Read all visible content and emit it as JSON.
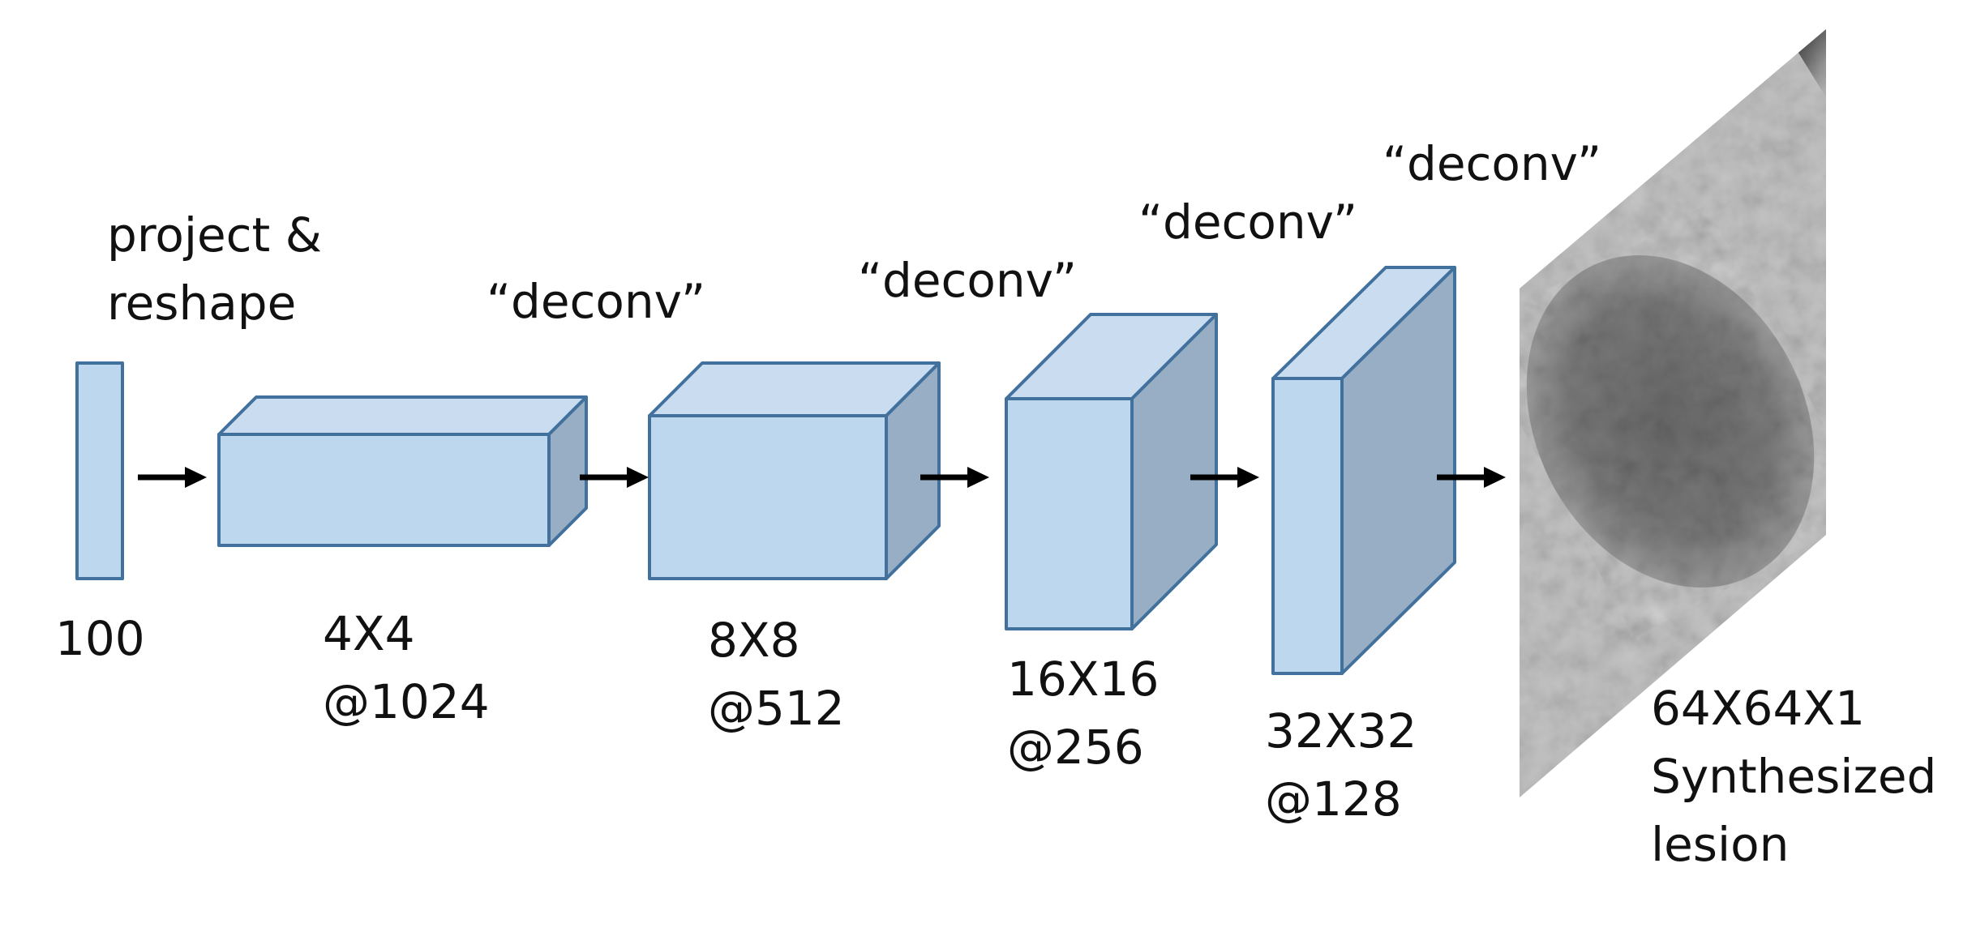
{
  "colors": {
    "block_front": "#bdd7ee",
    "block_top": "#c9dcf0",
    "block_side": "#98aec4",
    "block_stroke": "#41719c",
    "arrow": "#000000",
    "text": "#111111"
  },
  "input": {
    "size_label": "100",
    "op_label_line1": "project &",
    "op_label_line2": "reshape"
  },
  "layers": [
    {
      "dims": "4X4",
      "channels": "@1024",
      "op": "“deconv”"
    },
    {
      "dims": "8X8",
      "channels": "@512",
      "op": "“deconv”"
    },
    {
      "dims": "16X16",
      "channels": "@256",
      "op": "“deconv”"
    },
    {
      "dims": "32X32",
      "channels": "@128",
      "op": "“deconv”"
    }
  ],
  "output": {
    "dims": "64X64X1",
    "caption_line1": "Synthesized",
    "caption_line2": "lesion"
  }
}
